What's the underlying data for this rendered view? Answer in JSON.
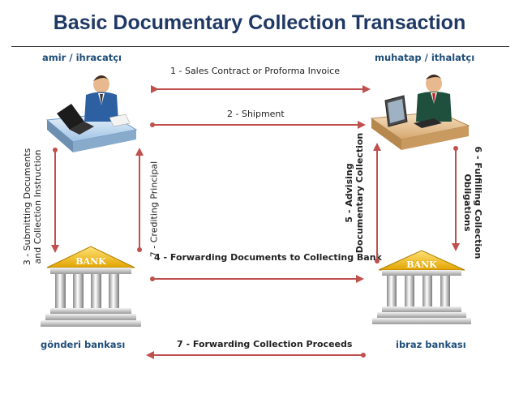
{
  "title": "Basic Documentary Collection Transaction",
  "parties": {
    "left": "amir / ihracatçı",
    "right": "muhatap / ithalatçı"
  },
  "banks": {
    "left": "gönderi bankası",
    "right": "ibraz bankası",
    "sign": "BANK"
  },
  "steps": {
    "s1": "1 - Sales Contract or Proforma Invoice",
    "s2": "2 - Shipment",
    "s3_line1": "3 - Submitting Documents",
    "s3_line2": "and  Collection Instruction",
    "s4": "4 - Forwarding Documents to Collecting Bank",
    "s5_line1": "5 - Advising",
    "s5_line2": "Documentary Collection",
    "s6_line1": "6 - Fulfilling Collection",
    "s6_line2": "Obligations",
    "s7a": "7 - Crediting Principal",
    "s7b": "7 - Forwarding Collection Proceeds"
  },
  "colors": {
    "title": "#1f3864",
    "label": "#1f4e79",
    "arrow": "#c0504d"
  }
}
